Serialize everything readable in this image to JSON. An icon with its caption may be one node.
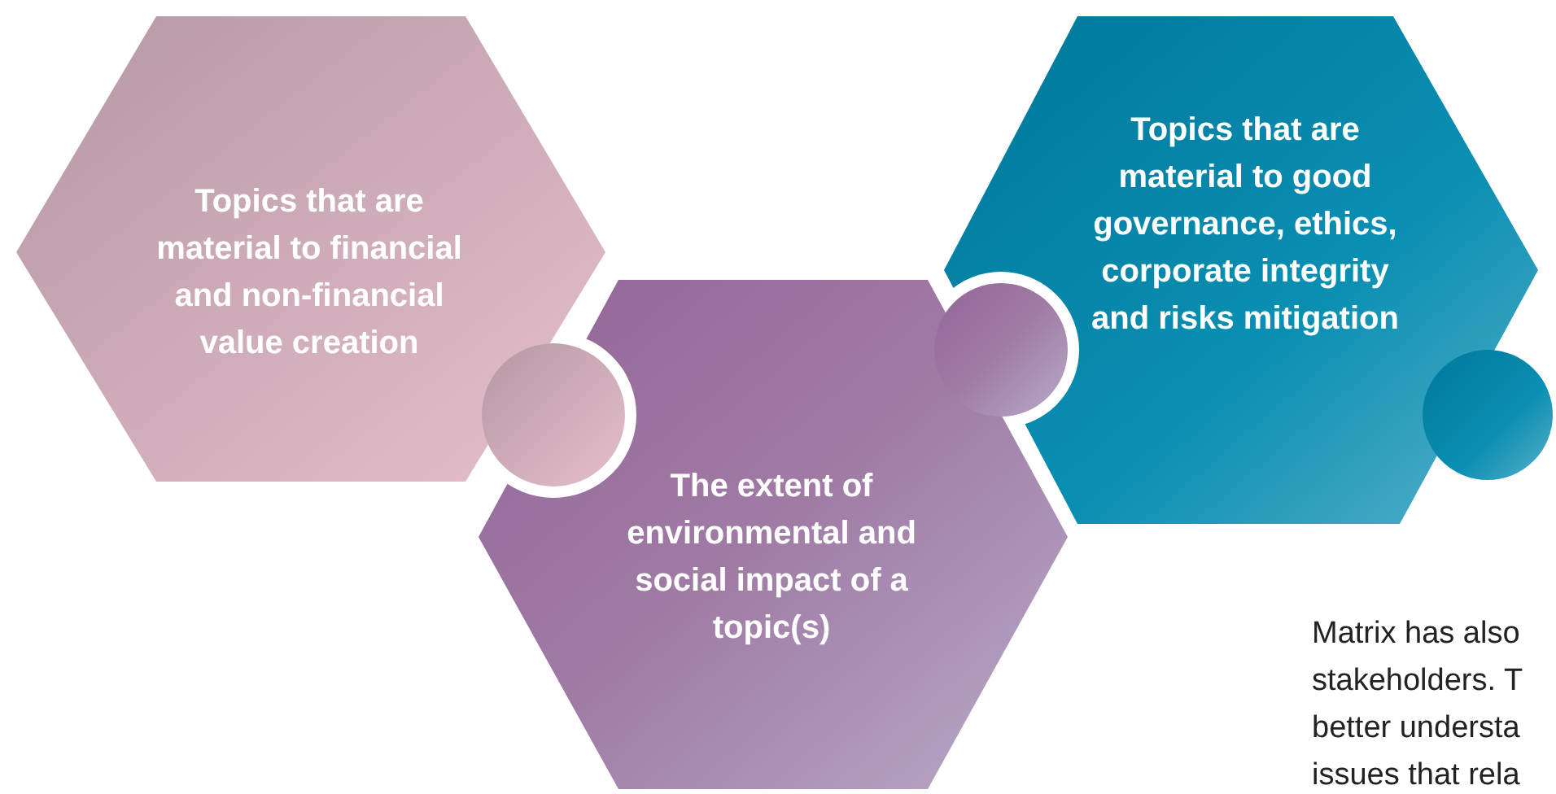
{
  "diagram": {
    "nodes": [
      {
        "text": [
          "Topics that are material to financial and non-financial value creation"
        ]
      },
      {
        "text": [
          "The extent of environmental and social impact of a topic(s)"
        ]
      },
      {
        "text": [
          "Topics that are material to good governance, ethics, corporate integrity and risks mitigation"
        ]
      }
    ],
    "labels": [
      "Matrix has also",
      "stakeholders. T",
      "better understa",
      "issues that rela"
    ]
  }
}
